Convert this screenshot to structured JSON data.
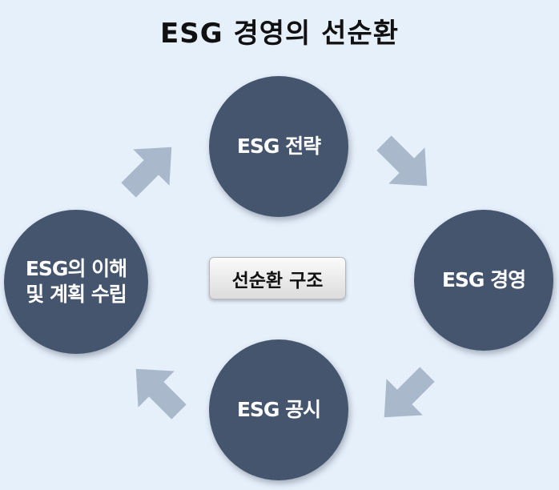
{
  "title": "ESG 경영의 선순환",
  "center_label": "선순환 구조",
  "nodes": {
    "strategy": "ESG 전략",
    "management": "ESG 경영",
    "disclosure": "ESG 공시",
    "planning_line1": "ESG의 이해",
    "planning_line2": "및 계획 수립"
  },
  "colors": {
    "node_fill": "#44556d",
    "arrow_fill": "#a9b8cb",
    "background": "#e6f0fb"
  }
}
